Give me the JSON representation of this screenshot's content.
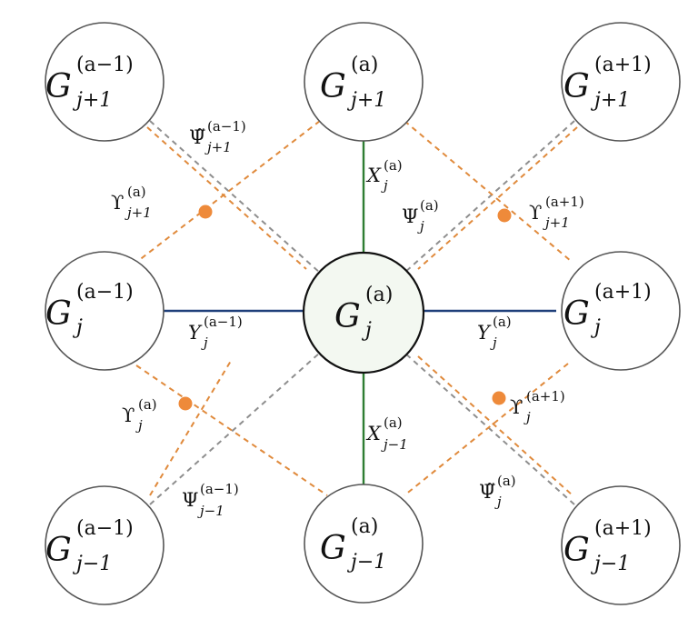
{
  "nodes": [
    {
      "id": "n-top-left",
      "base": "G",
      "sup": "(a−1)",
      "sub": "j+1"
    },
    {
      "id": "n-top-mid",
      "base": "G",
      "sup": "(a)",
      "sub": "j+1"
    },
    {
      "id": "n-top-right",
      "base": "G",
      "sup": "(a+1)",
      "sub": "j+1"
    },
    {
      "id": "n-mid-left",
      "base": "G",
      "sup": "(a−1)",
      "sub": "j"
    },
    {
      "id": "n-center",
      "base": "G",
      "sup": "(a)",
      "sub": "j"
    },
    {
      "id": "n-mid-right",
      "base": "G",
      "sup": "(a+1)",
      "sub": "j"
    },
    {
      "id": "n-bottom-left",
      "base": "G",
      "sup": "(a−1)",
      "sub": "j−1"
    },
    {
      "id": "n-bottom-mid",
      "base": "G",
      "sup": "(a)",
      "sub": "j−1"
    },
    {
      "id": "n-bottom-right",
      "base": "G",
      "sup": "(a+1)",
      "sub": "j−1"
    }
  ],
  "edge_labels": [
    {
      "id": "lbl-x-top",
      "base": "X",
      "sup": "(a)",
      "sub": "j"
    },
    {
      "id": "lbl-x-bottom",
      "base": "X",
      "sup": "(a)",
      "sub": "j−1"
    },
    {
      "id": "lbl-y-left",
      "base": "Y",
      "sup": "(a−1)",
      "sub": "j"
    },
    {
      "id": "lbl-y-right",
      "base": "Y",
      "sup": "(a)",
      "sub": "j"
    },
    {
      "id": "lbl-psi-tilde-tl",
      "base": "Ψ̃",
      "sup": "(a−1)",
      "sub": "j+1"
    },
    {
      "id": "lbl-psi-tr",
      "base": "Ψ",
      "sup": "(a)",
      "sub": "j"
    },
    {
      "id": "lbl-psi-bl",
      "base": "Ψ",
      "sup": "(a−1)",
      "sub": "j−1"
    },
    {
      "id": "lbl-psi-tilde-br",
      "base": "Ψ̃",
      "sup": "(a)",
      "sub": "j"
    },
    {
      "id": "lbl-ups-tl",
      "base": "ϒ",
      "sup": "(a)",
      "sub": "j+1"
    },
    {
      "id": "lbl-ups-tr",
      "base": "ϒ",
      "sup": "(a+1)",
      "sub": "j+1"
    },
    {
      "id": "lbl-ups-bl",
      "base": "ϒ",
      "sup": "(a)",
      "sub": "j"
    },
    {
      "id": "lbl-ups-br",
      "base": "ϒ",
      "sup": "(a+1)",
      "sub": "j"
    }
  ],
  "colors": {
    "vertical_edge": "#2e7d32",
    "horizontal_edge": "#1f3f7a",
    "dashed_orange": "#e08a3c",
    "dashed_gray": "#8e8e8e",
    "junction_dot": "#ee8a3a",
    "center_fill": "#f3f8f1"
  }
}
